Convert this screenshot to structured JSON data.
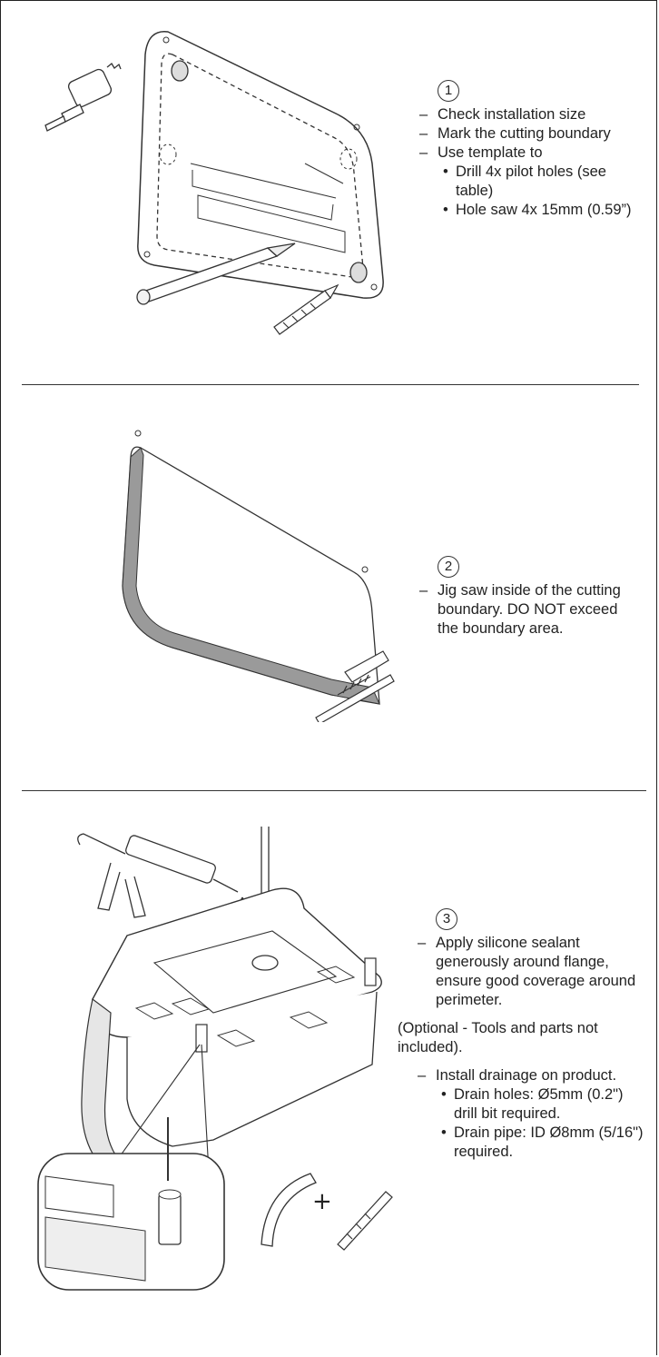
{
  "steps": [
    {
      "number": "1",
      "items": [
        {
          "text": "Check installation size"
        },
        {
          "text": "Mark the cutting boundary"
        },
        {
          "text": "Use template to",
          "subitems": [
            "Drill 4x pilot holes (see table)",
            "Hole saw 4x 15mm (0.59”)"
          ]
        }
      ]
    },
    {
      "number": "2",
      "items": [
        {
          "text": "Jig saw inside of the cutting boundary. DO NOT exceed the boundary area."
        }
      ]
    },
    {
      "number": "3",
      "items": [
        {
          "text": "Apply silicone sealant generously around flange, ensure good coverage around perimeter."
        }
      ],
      "note": "(Optional - Tools and parts not included).",
      "items2": [
        {
          "text": "Install drainage on product.",
          "subitems": [
            "Drain holes: Ø5mm (0.2\") drill bit required.",
            "Drain pipe: ID Ø8mm (5/16\") required."
          ]
        }
      ],
      "plus_sign": "+"
    }
  ]
}
